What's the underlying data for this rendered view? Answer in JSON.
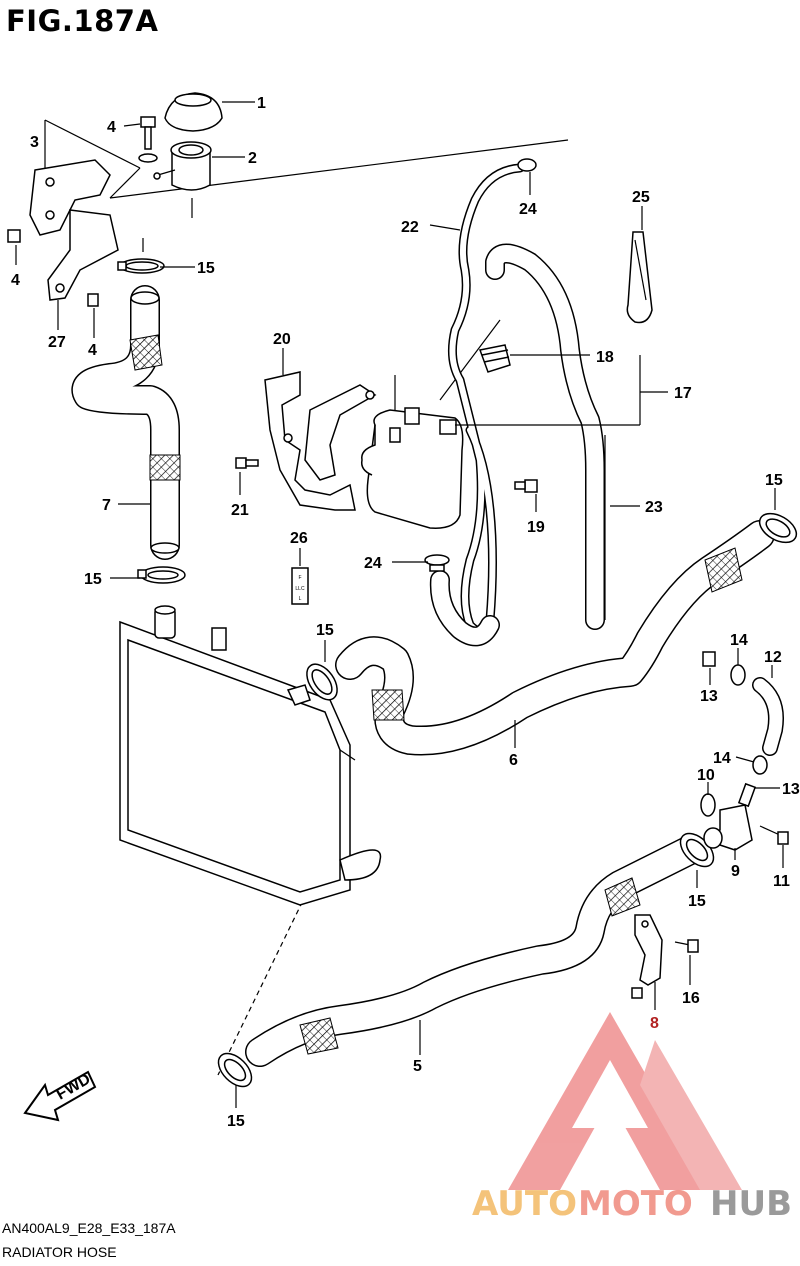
{
  "figure": {
    "title": "FIG.187A",
    "model_code": "AN400AL9_E28_E33_187A",
    "caption": "RADIATOR HOSE"
  },
  "parts": {
    "p1": "1",
    "p2": "2",
    "p3": "3",
    "p4a": "4",
    "p4b": "4",
    "p4c": "4",
    "p5": "5",
    "p6": "6",
    "p7": "7",
    "p8": "8",
    "p9": "9",
    "p10": "10",
    "p11": "11",
    "p12": "12",
    "p13a": "13",
    "p13b": "13",
    "p14a": "14",
    "p14b": "14",
    "p15a": "15",
    "p15b": "15",
    "p15c": "15",
    "p15d": "15",
    "p15e": "15",
    "p15f": "15",
    "p16": "16",
    "p17": "17",
    "p18": "18",
    "p19": "19",
    "p20": "20",
    "p21": "21",
    "p22": "22",
    "p23": "23",
    "p24a": "24",
    "p24b": "24",
    "p25": "25",
    "p26": "26",
    "p27": "27"
  },
  "labels": {
    "fwd": "FWD",
    "caution_label_lines": [
      "F",
      "LLC",
      "L"
    ]
  },
  "watermark": {
    "part_a": "AUTO",
    "part_b": "MOTO",
    "part_c": "HUB",
    "color_a": "#f4c37a",
    "color_b": "#f19a8f",
    "color_c": "#9a9a9a",
    "logo_color": "#ef8f8f"
  },
  "colors": {
    "highlight_part": "#b22222"
  }
}
